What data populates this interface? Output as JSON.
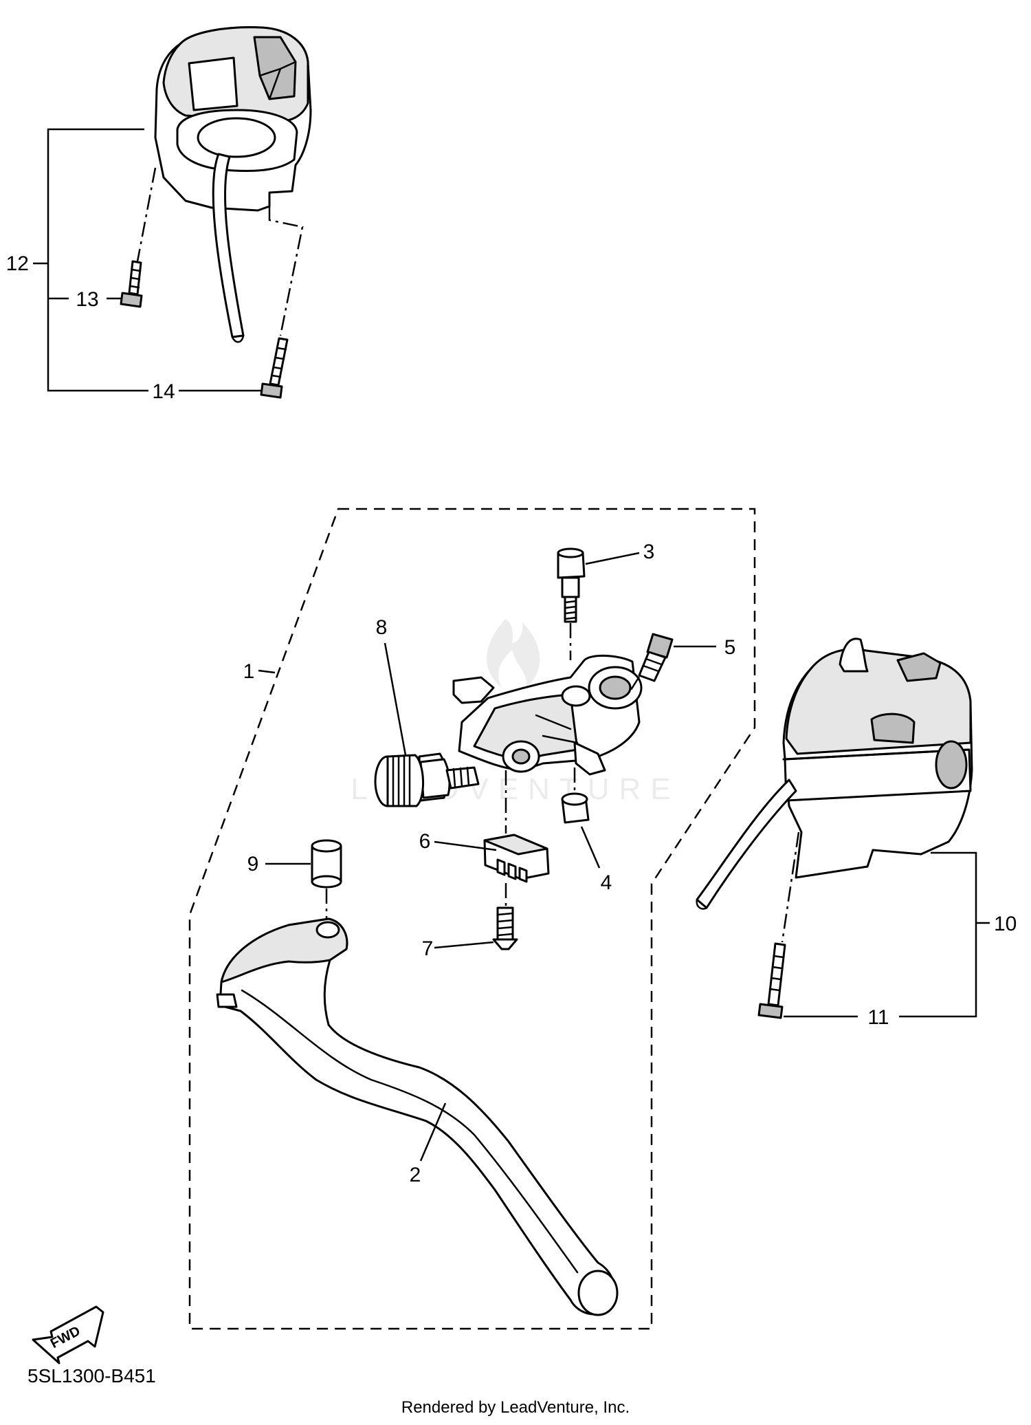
{
  "callouts": {
    "c1": "1",
    "c2": "2",
    "c3": "3",
    "c4": "4",
    "c5": "5",
    "c6": "6",
    "c7": "7",
    "c8": "8",
    "c9": "9",
    "c10": "10",
    "c11": "11",
    "c12": "12",
    "c13": "13",
    "c14": "14"
  },
  "footer": {
    "code": "5SL1300-B451",
    "rendered_by": "Rendered by LeadVenture, Inc.",
    "fwd": "FWD"
  },
  "watermark": "LEADVENTURE",
  "colors": {
    "line": "#000000",
    "watermark": "#c8c8c8"
  }
}
